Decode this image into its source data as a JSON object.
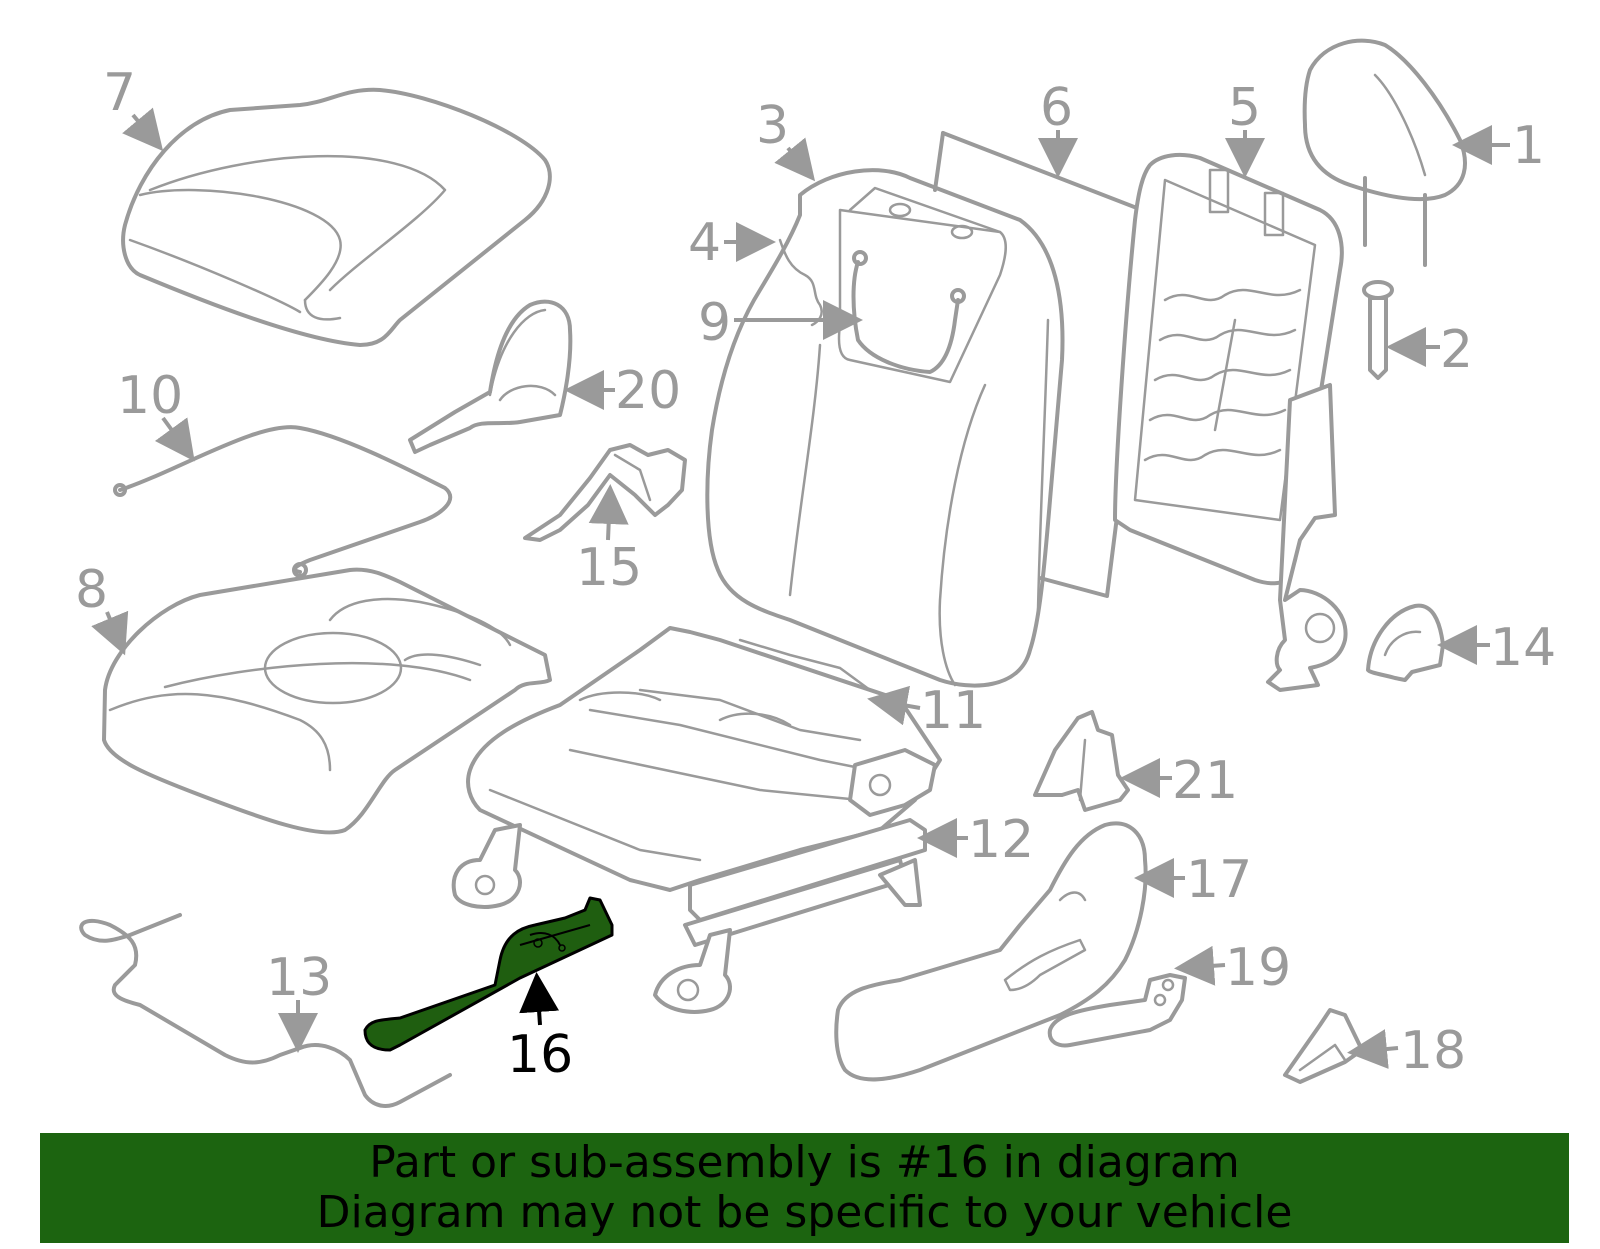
{
  "diagram": {
    "highlight_part": "16",
    "callouts": [
      "1",
      "2",
      "3",
      "4",
      "5",
      "6",
      "7",
      "8",
      "9",
      "10",
      "11",
      "12",
      "13",
      "14",
      "15",
      "16",
      "17",
      "18",
      "19",
      "20",
      "21"
    ]
  },
  "banner": {
    "line1": "Part or sub-assembly is #16 in diagram",
    "line2": "Diagram may not be specific to your vehicle"
  },
  "colors": {
    "line_art": "#9a9a9a",
    "highlight_fill": "#1f5e10",
    "banner_bg": "#1c6410",
    "text_dark": "#000000"
  }
}
